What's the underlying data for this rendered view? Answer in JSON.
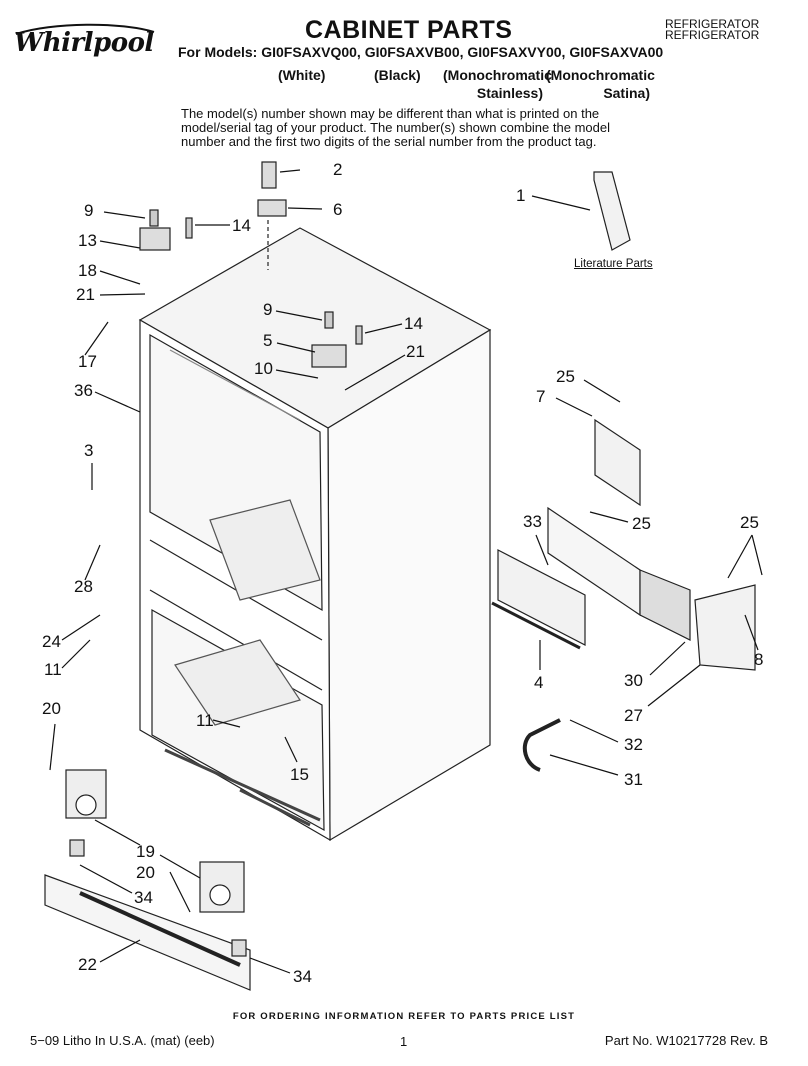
{
  "header": {
    "brand": "Whirlpool",
    "title": "CABINET PARTS",
    "category": [
      "REFRIGERATOR",
      "REFRIGERATOR"
    ],
    "models_line": "For Models: GI0FSAXVQ00, GI0FSAXVB00, GI0FSAXVY00, GI0FSAXVA00",
    "colors": [
      {
        "line1": "(White)",
        "line2": ""
      },
      {
        "line1": "(Black)",
        "line2": ""
      },
      {
        "line1": "(Monochromatic",
        "line2": "Stainless)"
      },
      {
        "line1": "(Monochromatic",
        "line2": "Satina)"
      }
    ]
  },
  "note": "The model(s) number shown may be different than what is printed on the model/serial tag of your product. The number(s) shown combine the model number and the first two digits of the serial number from the product tag.",
  "literature_label": "Literature Parts",
  "callouts": [
    "2",
    "1",
    "9",
    "14",
    "6",
    "13",
    "18",
    "21",
    "9",
    "14",
    "5",
    "21",
    "10",
    "17",
    "36",
    "25",
    "7",
    "3",
    "33",
    "25",
    "25",
    "28",
    "24",
    "11",
    "8",
    "30",
    "4",
    "27",
    "20",
    "11",
    "32",
    "15",
    "31",
    "19",
    "20",
    "34",
    "22",
    "34"
  ],
  "footer": {
    "ordering": "FOR ORDERING INFORMATION REFER TO PARTS PRICE LIST",
    "left": "5−09 Litho In U.S.A. (mat) (eeb)",
    "page": "1",
    "part_no": "Part No. W10217728 Rev. B"
  }
}
